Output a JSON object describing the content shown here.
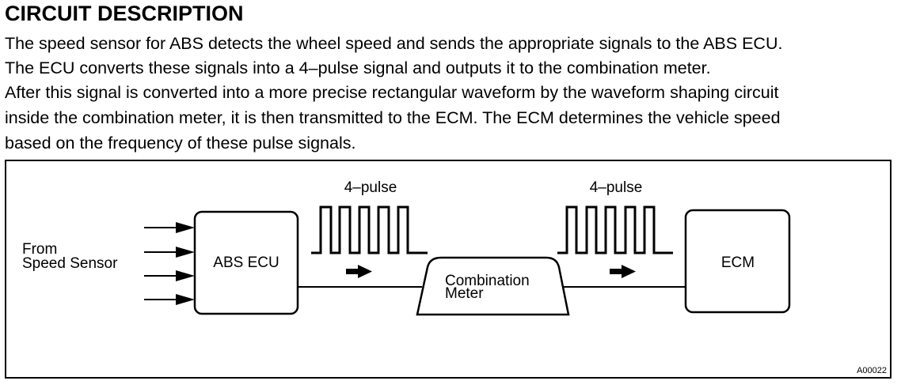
{
  "page": {
    "title": "CIRCUIT DESCRIPTION",
    "paragraph_lines": [
      "The speed sensor for ABS detects the wheel speed and sends the appropriate signals to the ABS ECU.",
      "The ECU converts these signals into a 4–pulse signal and outputs it to the combination meter.",
      "After this signal is converted into a more precise rectangular waveform by the waveform shaping circuit",
      "inside the combination meter, it is then transmitted to the ECM. The ECM determines the vehicle speed",
      "based on the frequency of these pulse signals."
    ]
  },
  "diagram": {
    "input_label_line1": "From",
    "input_label_line2": "Speed Sensor",
    "abs_ecu_label": "ABS ECU",
    "pulse_label_1": "4–pulse",
    "pulse_label_2": "4–pulse",
    "meter_label_line1": "Combination",
    "meter_label_line2": "Meter",
    "ecm_label": "ECM",
    "figure_code": "A00022"
  }
}
